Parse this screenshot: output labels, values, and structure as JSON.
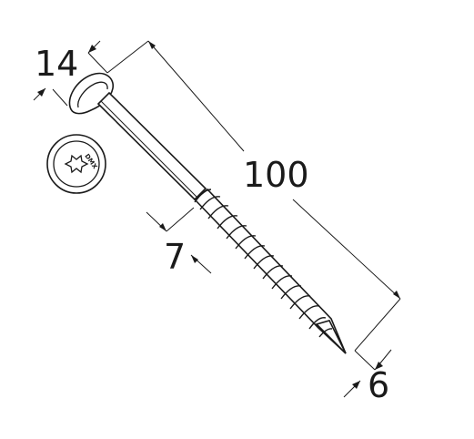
{
  "dimensions": {
    "head_diameter": "14",
    "length": "100",
    "thread_diameter": "7",
    "shank_diameter": "6"
  },
  "head_marking": "DMX",
  "icons": {
    "screw": "screw-drawing",
    "head_view": "torx-head-view-icon"
  }
}
